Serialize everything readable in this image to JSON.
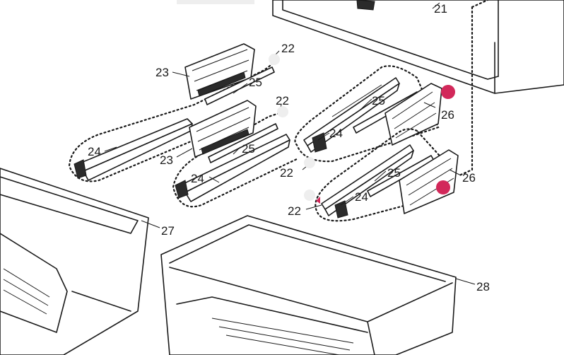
{
  "diagram": {
    "callouts": [
      {
        "id": "c21",
        "label": "21"
      },
      {
        "id": "c22a",
        "label": "22"
      },
      {
        "id": "c23a",
        "label": "23"
      },
      {
        "id": "c25a",
        "label": "25"
      },
      {
        "id": "c22b",
        "label": "22"
      },
      {
        "id": "c23b",
        "label": "23"
      },
      {
        "id": "c25b",
        "label": "25"
      },
      {
        "id": "c24a",
        "label": "24"
      },
      {
        "id": "c24b",
        "label": "24"
      },
      {
        "id": "c25c",
        "label": "25"
      },
      {
        "id": "c24c",
        "label": "24"
      },
      {
        "id": "c26a",
        "label": "26"
      },
      {
        "id": "c22c",
        "label": "22"
      },
      {
        "id": "c25d",
        "label": "25"
      },
      {
        "id": "c24d",
        "label": "24"
      },
      {
        "id": "c26b",
        "label": "26"
      },
      {
        "id": "c22d",
        "label": "22"
      },
      {
        "id": "c27",
        "label": "27"
      },
      {
        "id": "c28",
        "label": "28"
      }
    ],
    "hotspot_color": "#d2285a",
    "icons": [
      "hotspot-marker-icon"
    ]
  }
}
